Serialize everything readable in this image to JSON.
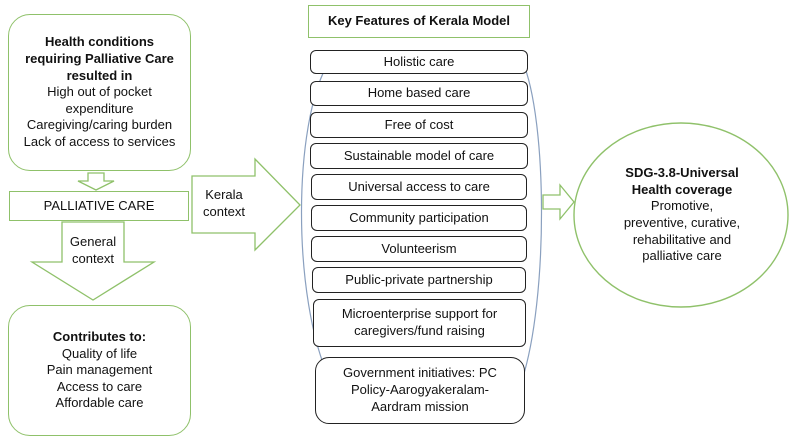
{
  "conditions": {
    "heading": [
      "Health conditions",
      "requiring Palliative Care",
      "resulted in"
    ],
    "items": [
      "High out of pocket",
      "expenditure",
      "Caregiving/caring burden",
      "Lack of access to services"
    ]
  },
  "palliative_care": "PALLIATIVE CARE",
  "general_context": [
    "General",
    "context"
  ],
  "contributes": {
    "heading": "Contributes to:",
    "items": [
      "Quality of life",
      "Pain management",
      "Access to care",
      "Affordable care"
    ]
  },
  "kerala_context": [
    "Kerala",
    "context"
  ],
  "features": {
    "title": "Key Features of Kerala Model",
    "items": [
      [
        "Holistic care"
      ],
      [
        "Home based care"
      ],
      [
        "Free of cost"
      ],
      [
        "Sustainable model of care"
      ],
      [
        "Universal access to care"
      ],
      [
        "Community participation"
      ],
      [
        "Volunteerism"
      ],
      [
        "Public-private partnership"
      ],
      [
        "Microenterprise support for",
        "caregivers/fund raising"
      ],
      [
        "Government initiatives: PC",
        "Policy-Aarogyakeralam-",
        "Aardram mission"
      ]
    ]
  },
  "sdg": {
    "heading": [
      "SDG-3.8-Universal",
      "Health coverage"
    ],
    "items": [
      "Promotive,",
      "preventive, curative,",
      "rehabilitative and",
      "palliative care"
    ]
  },
  "colors": {
    "green": "#8fc16a",
    "outline": "#222222",
    "bracket": "#8aa0bf"
  }
}
